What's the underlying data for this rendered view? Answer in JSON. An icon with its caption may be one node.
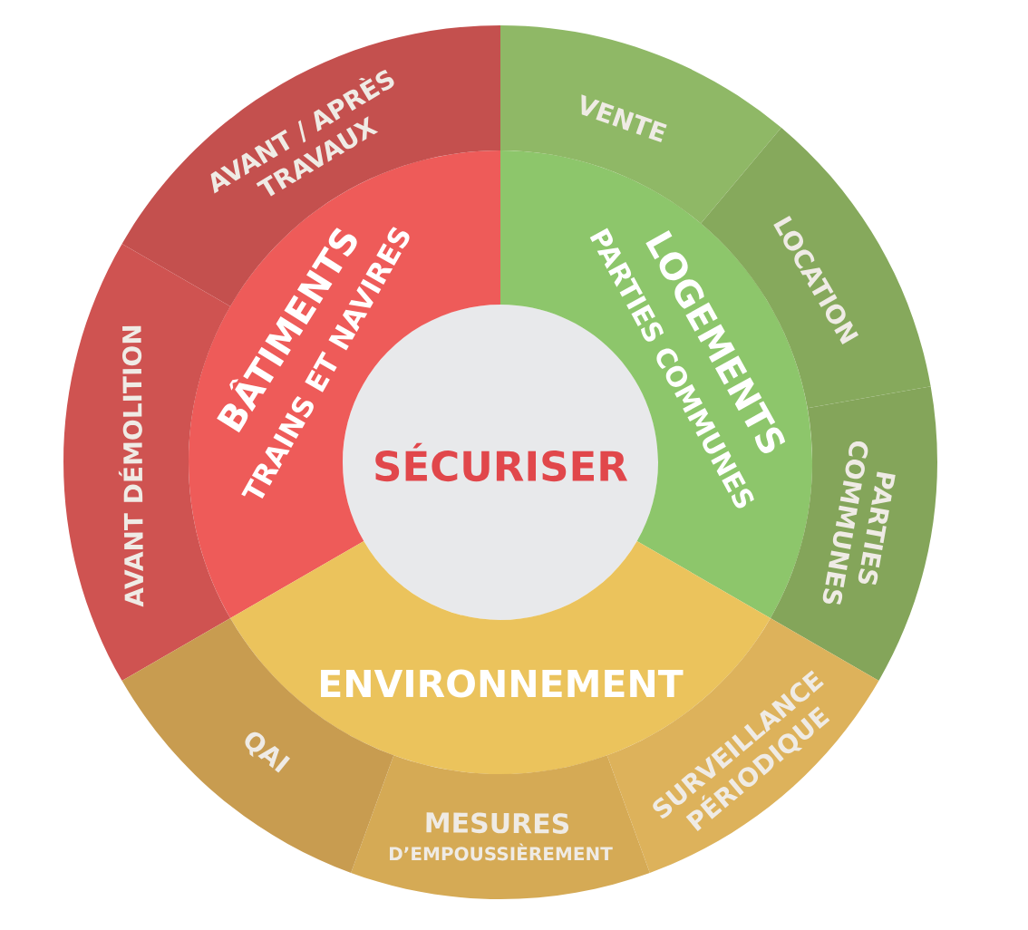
{
  "diagram": {
    "nodes": [
      {
        "text": [
          "SÉCURISER"
        ]
      },
      {
        "text": [
          "BÂTIMENTS",
          "TRAINS ET NAVIRES"
        ]
      },
      {
        "text": [
          "LOGEMENTS",
          "PARTIES COMMUNES"
        ]
      },
      {
        "text": [
          "ENVIRONNEMENT"
        ]
      },
      {
        "text": [
          "AVANT / APRÈS TRAVAUX"
        ]
      },
      {
        "text": [
          "AVANT DÉMOLITION"
        ]
      },
      {
        "text": [
          "VENTE"
        ]
      },
      {
        "text": [
          "LOCATION"
        ]
      },
      {
        "text": [
          "PARTIES COMMUNES"
        ]
      },
      {
        "text": [
          "SURVEILLANCE PÉRIODIQUE"
        ]
      },
      {
        "text": [
          "MESURES",
          "D’EMPOUSSIÈREMENT"
        ]
      },
      {
        "text": [
          "QAI"
        ]
      }
    ]
  }
}
